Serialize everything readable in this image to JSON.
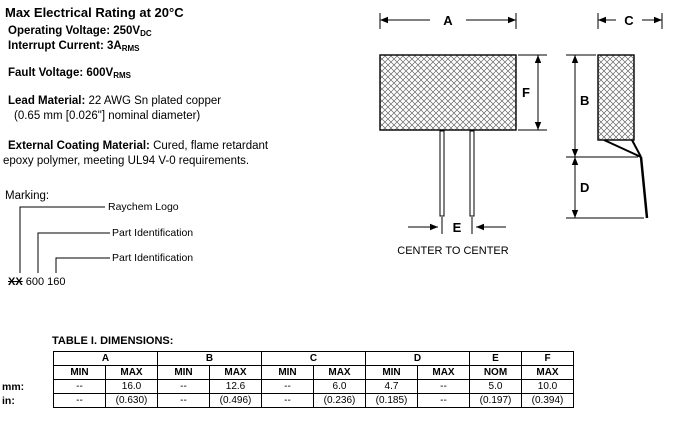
{
  "specs": {
    "title": "Max Electrical Rating at 20°C",
    "operating_voltage": "Operating Voltage:  250V",
    "operating_voltage_sub": "DC",
    "interrupt_current": "Interrupt Current: 3A",
    "interrupt_current_sub": "RMS",
    "fault_voltage": "Fault Voltage:  600V",
    "fault_voltage_sub": "RMS",
    "lead_material_label": "Lead Material:",
    "lead_material_value": " 22 AWG Sn plated copper",
    "lead_material_note": "(0.65 mm [0.026\"] nominal diameter)",
    "coating_label": "External Coating Material:",
    "coating_value": " Cured, flame retardant",
    "coating_note": "epoxy polymer, meeting UL94 V-0 requirements."
  },
  "marking": {
    "label": "Marking:",
    "callout_1": "Raychem Logo",
    "callout_2": "Part Identification",
    "callout_3": "Part Identification",
    "code_logo": "XX",
    "code_text": "600 160"
  },
  "diagram": {
    "dim_a": "A",
    "dim_b": "B",
    "dim_c": "C",
    "dim_d": "D",
    "dim_e": "E",
    "dim_f": "F",
    "caption": "CENTER TO CENTER"
  },
  "table": {
    "title": "TABLE I. DIMENSIONS:",
    "groups": [
      "A",
      "B",
      "C",
      "D",
      "E",
      "F"
    ],
    "sub_headers": [
      "MIN",
      "MAX",
      "MIN",
      "MAX",
      "MIN",
      "MAX",
      "MIN",
      "MAX",
      "NOM",
      "MAX"
    ],
    "rows": [
      {
        "label": "mm:",
        "values": [
          "--",
          "16.0",
          "--",
          "12.6",
          "--",
          "6.0",
          "4.7",
          "--",
          "5.0",
          "10.0"
        ]
      },
      {
        "label": "in:",
        "values": [
          "--",
          "(0.630)",
          "--",
          "(0.496)",
          "--",
          "(0.236)",
          "(0.185)",
          "--",
          "(0.197)",
          "(0.394)"
        ]
      }
    ]
  }
}
